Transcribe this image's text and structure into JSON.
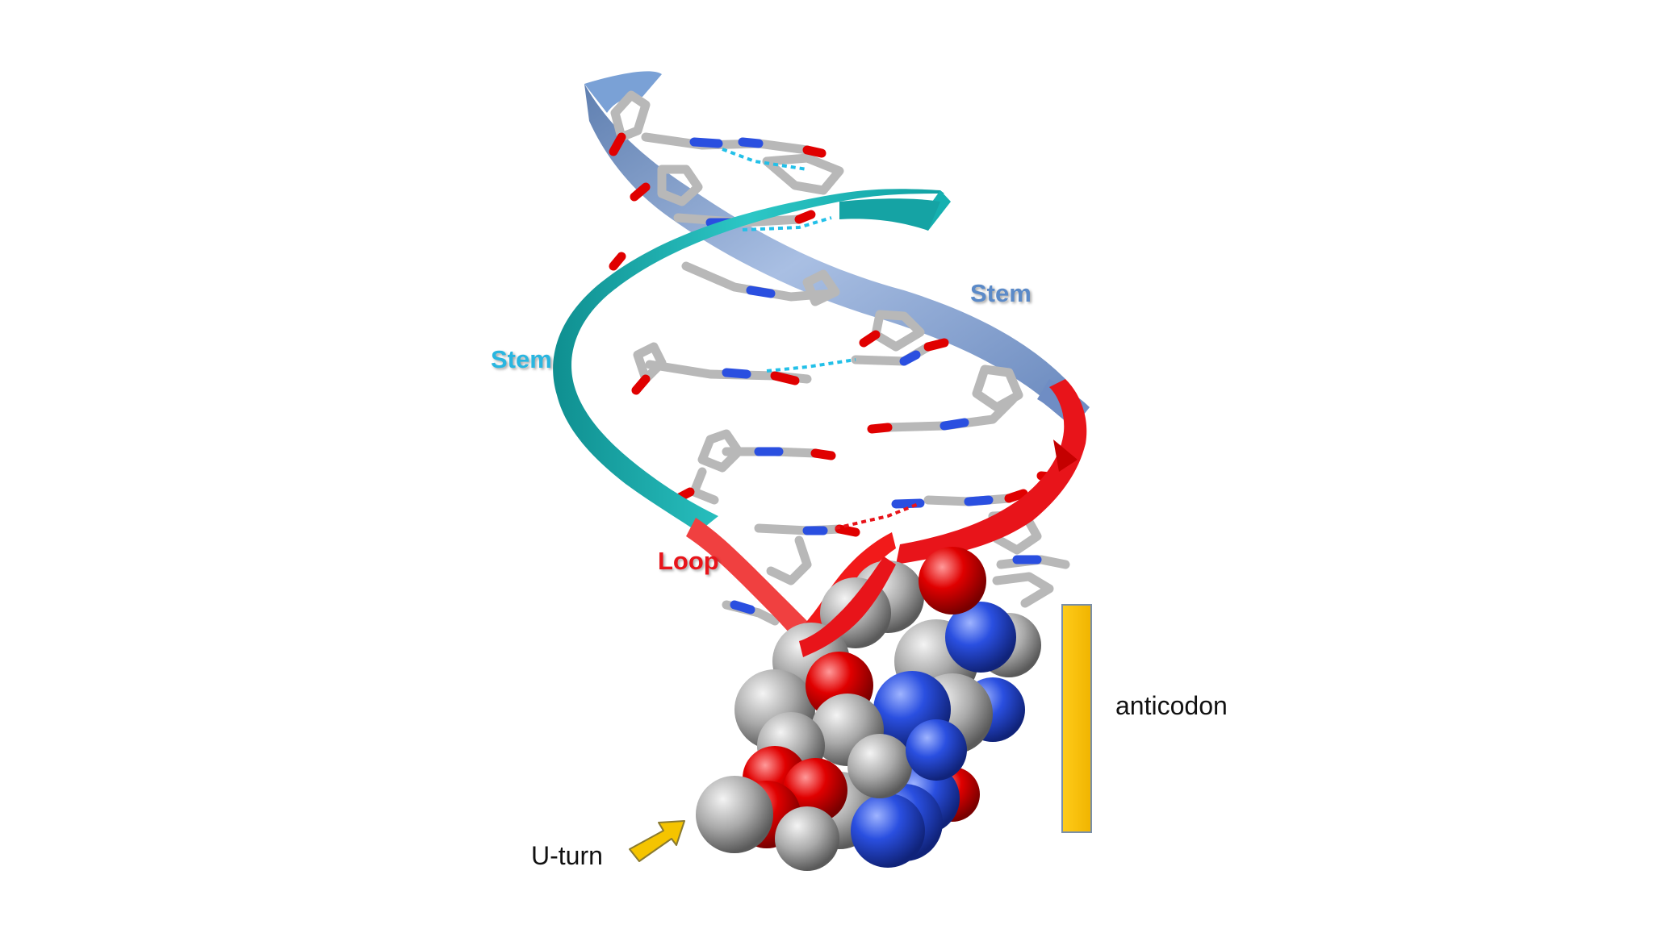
{
  "labels": {
    "stem_left": "Stem",
    "stem_right": "Stem",
    "loop": "Loop",
    "anticodon": "anticodon",
    "uturn": "U-turn"
  },
  "colors": {
    "stem_left": "#29b6e0",
    "stem_right": "#5b8ac8",
    "loop": "#e8141a",
    "anticodon_bar": "#ffc000",
    "arrow": "#f5c400",
    "strand_teal": "#19a7a8",
    "strand_blue": "#8fa9d2",
    "carbon": "#a8a8a8",
    "oxygen": "#e00000",
    "nitrogen": "#2a4fe0"
  },
  "icons": {
    "uturn_arrow": "arrow-right-up-icon"
  }
}
